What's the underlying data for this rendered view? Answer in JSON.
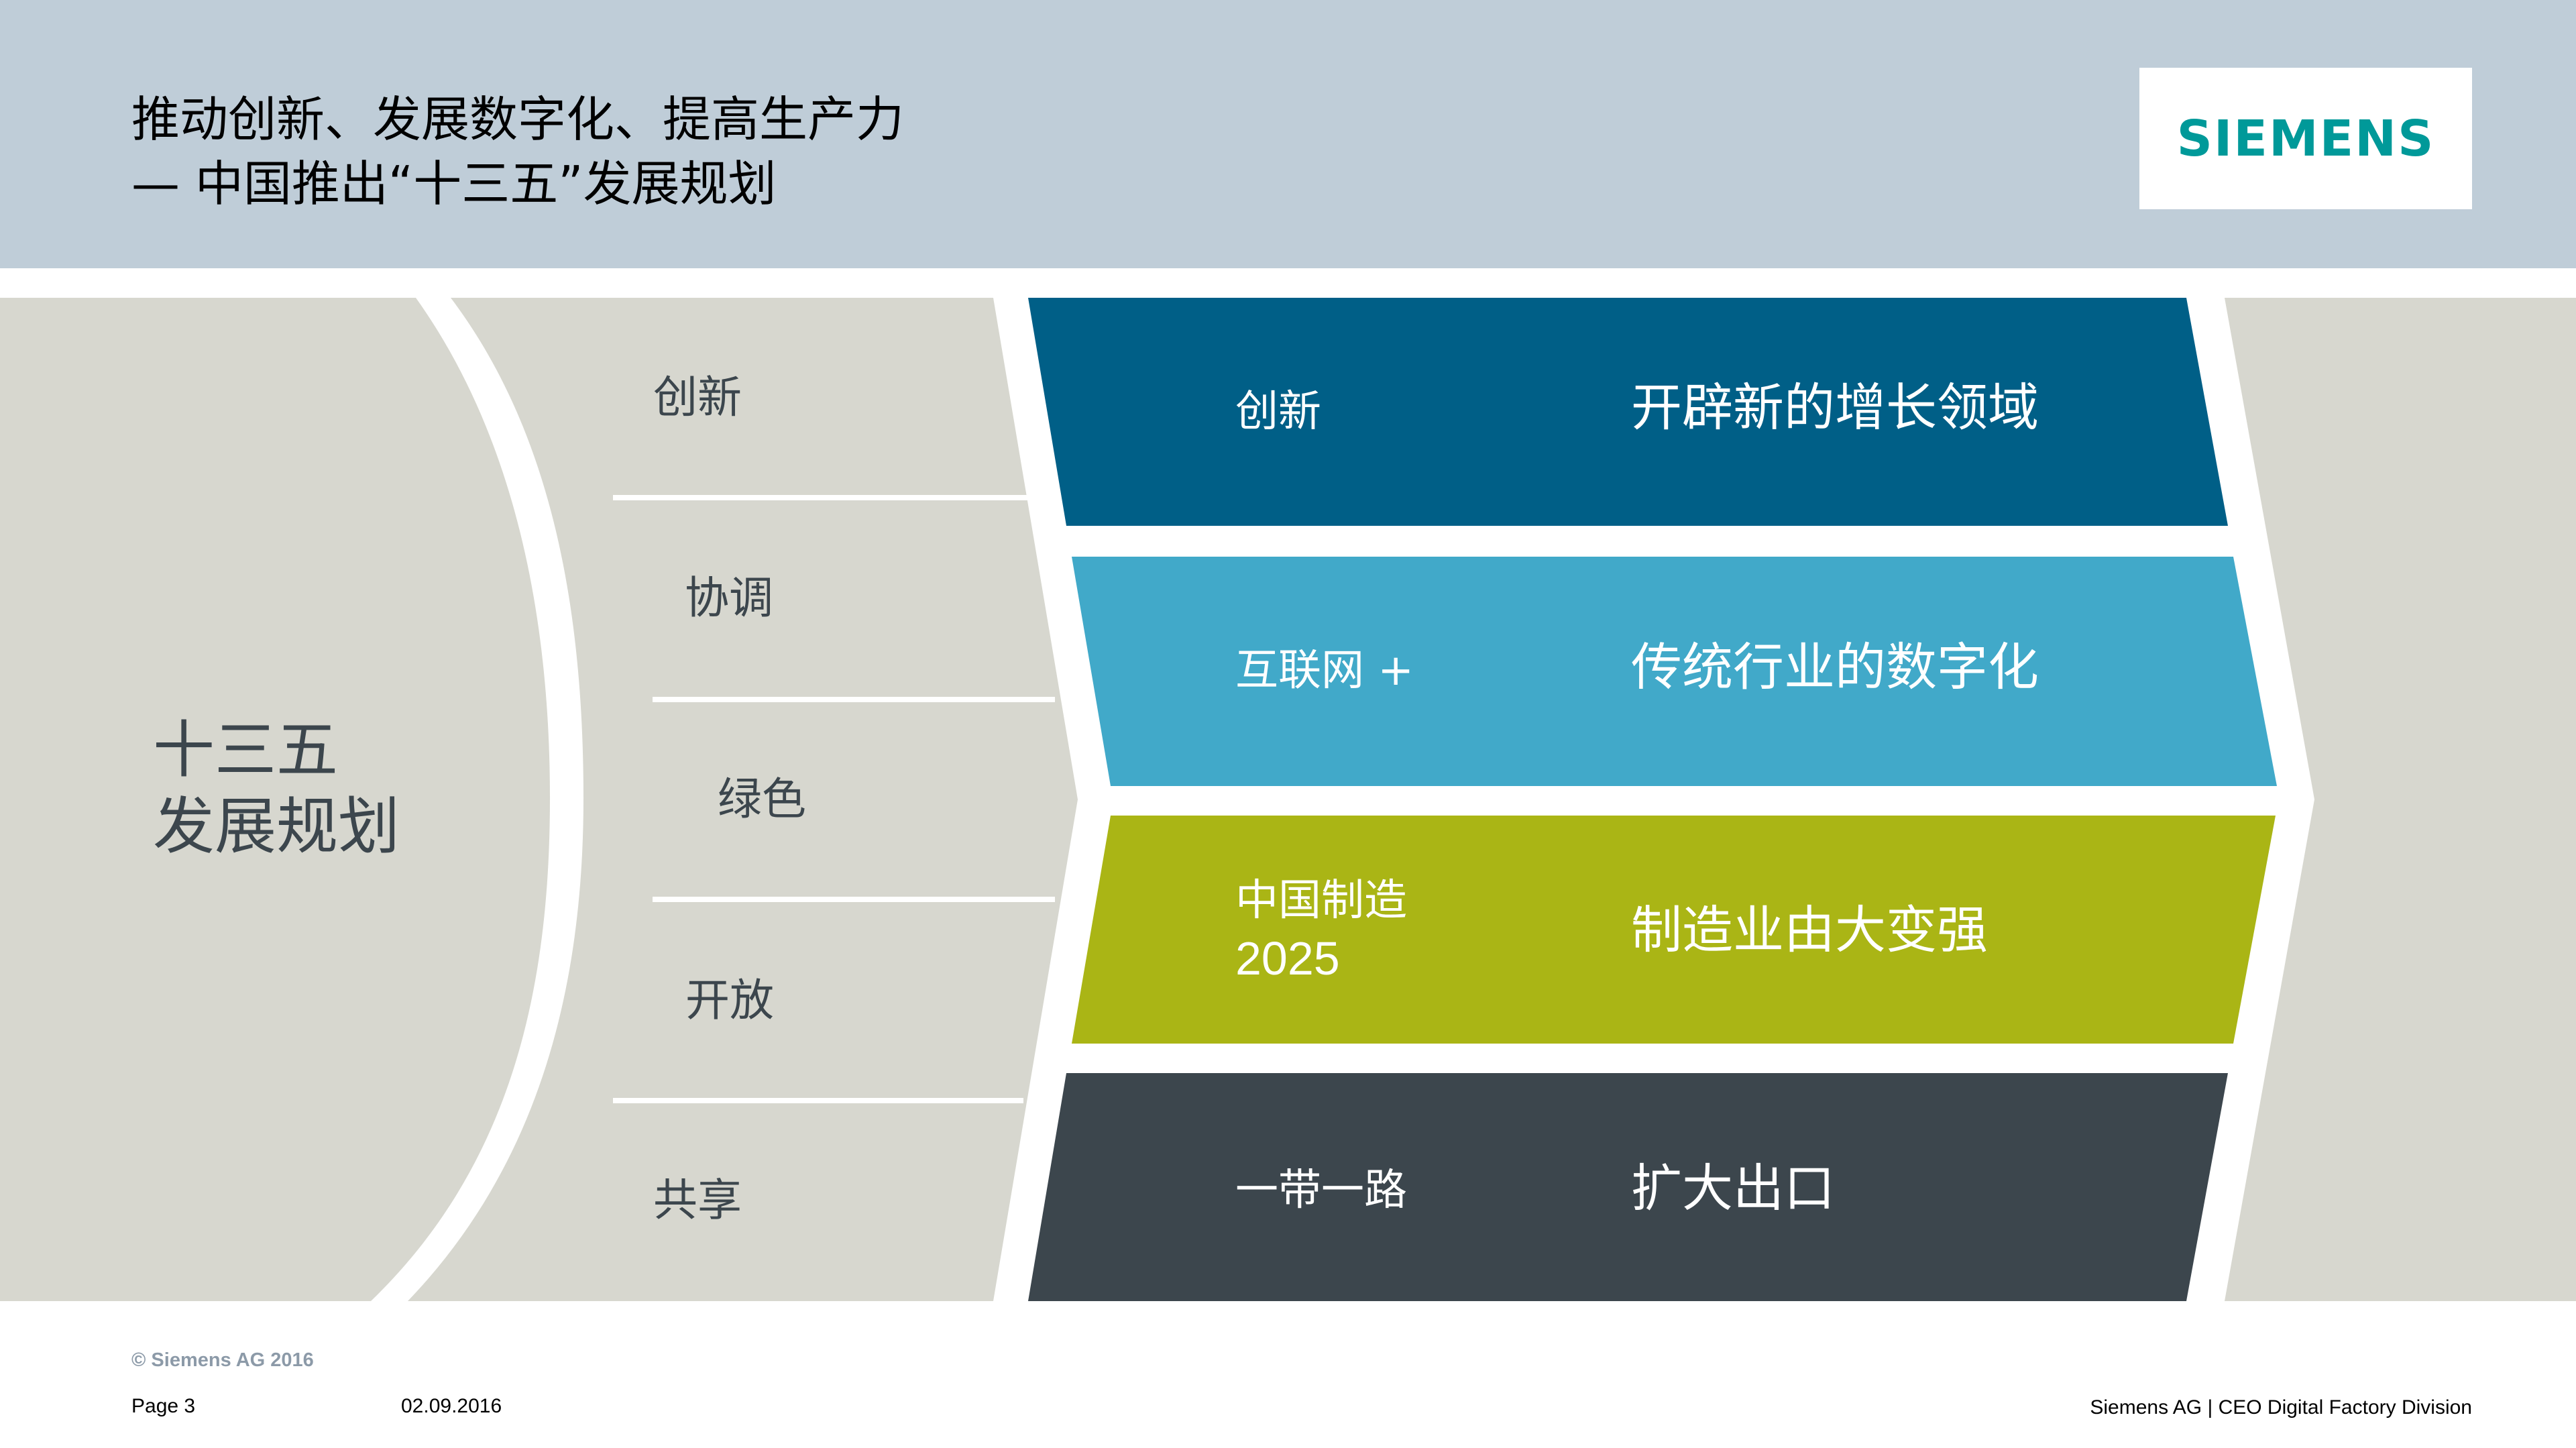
{
  "header": {
    "title_line1": "推动创新、发展数字化、提高生产力",
    "title_line2": "— 中国推出“十三五”发展规划",
    "logo": "SIEMENS",
    "background": "#bfcdd8",
    "logo_color": "#009999"
  },
  "diagram": {
    "center_title_line1": "十三五",
    "center_title_line2": "发展规划",
    "pillars": [
      {
        "label": "创新"
      },
      {
        "label": "协调"
      },
      {
        "label": "绿色"
      },
      {
        "label": "开放"
      },
      {
        "label": "共享"
      }
    ],
    "bands": [
      {
        "label": "创新",
        "description": "开辟新的增长领域",
        "color": "#005f87"
      },
      {
        "label": "互联网 +",
        "description": "传统行业的数字化",
        "color": "#41a9c9"
      },
      {
        "label_line1": "中国制造",
        "label_line2": "2025",
        "description": "制造业由大变强",
        "color": "#aab515"
      },
      {
        "label": "一带一路",
        "description": "扩大出口",
        "color": "#3c464d"
      }
    ],
    "panel_color": "#d7d7cf"
  },
  "footer": {
    "copyright": "© Siemens AG 2016",
    "page": "Page 3",
    "date": "02.09.2016",
    "organization": "Siemens AG | CEO Digital Factory Division"
  }
}
